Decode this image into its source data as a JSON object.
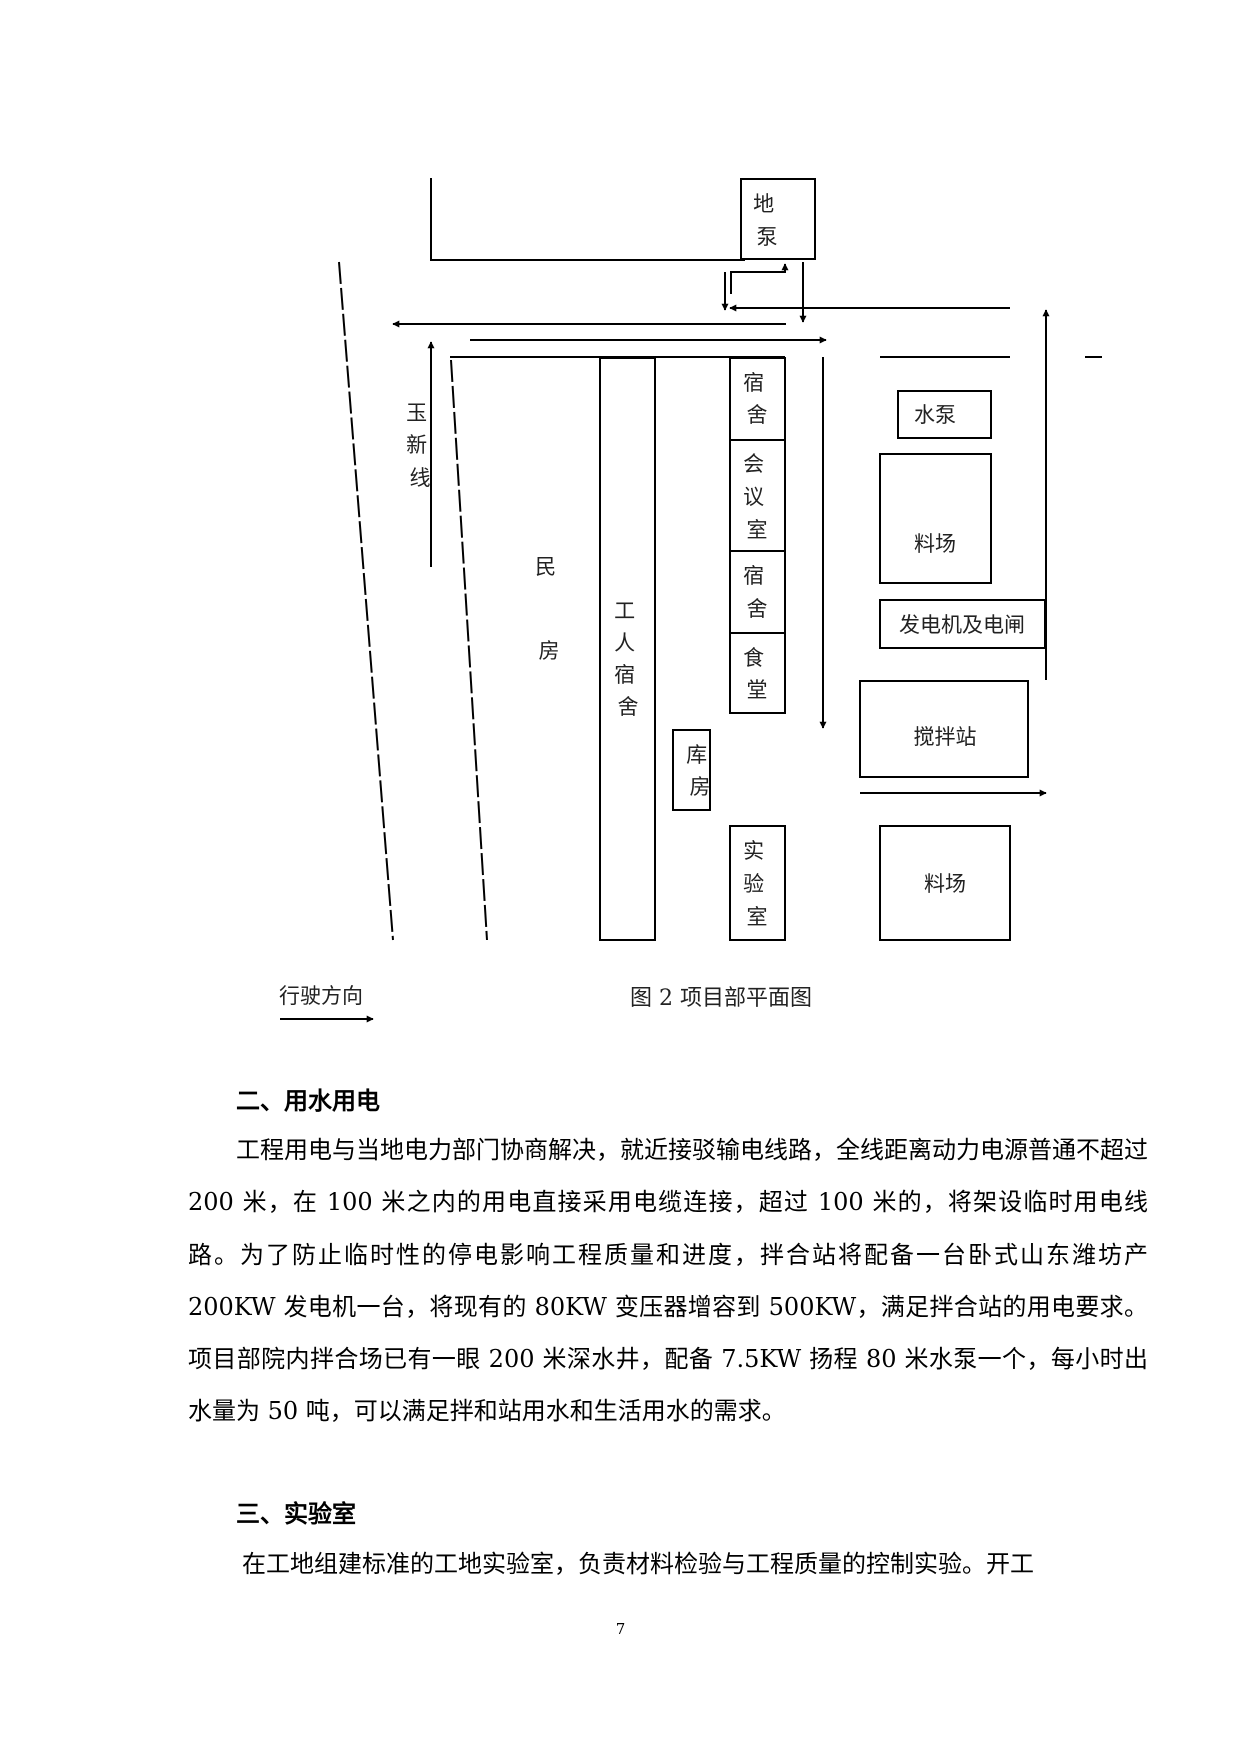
{
  "plan": {
    "labels": {
      "ground_pump": [
        "地",
        "泵"
      ],
      "road": [
        "玉",
        "新",
        "线"
      ],
      "residential": [
        "民",
        "房"
      ],
      "worker_dorm": [
        "工",
        "人",
        "宿",
        "舍"
      ],
      "dorm1": [
        "宿",
        "舍"
      ],
      "meeting_room": [
        "会",
        "议",
        "室"
      ],
      "dorm2": [
        "宿",
        "舍"
      ],
      "canteen": [
        "食",
        "堂"
      ],
      "warehouse": [
        "库",
        "房"
      ],
      "lab": [
        "实",
        "验",
        "室"
      ],
      "water_pump": "水泵",
      "stockyard1": "料场",
      "generator": "发电机及电闸",
      "mixing_station": "搅拌站",
      "stockyard2": "料场"
    },
    "legend_label": "行驶方向",
    "caption": "图 2  项目部平面图"
  },
  "section2": {
    "heading": "二、用水用电",
    "para1": "工程用电与当地电力部门协商解决，就近接驳输电线路，全线距离动力电源普通不超过 200 米，在 100 米之内的用电直接采用电缆连接，超过 100 米的，将架设临时用电线路。为了防止临时性的停电影响工程质量和进度，拌合站将配备一台卧式山东潍坊产 200KW 发电机一台，将现有的 80KW 变压器增容到 500KW，满足拌合站的用电要求。项目部院内拌合场已有一眼 200 米深水井，配备 7.5KW 扬程 80 米水泵一个，每小时出水量为 50 吨，可以满足拌和站用水和生活用水的需求。"
  },
  "section3": {
    "heading": "三、实验室",
    "para1": "在工地组建标准的工地实验室，负责材料检验与工程质量的控制实验。开工"
  },
  "page_number": "7"
}
